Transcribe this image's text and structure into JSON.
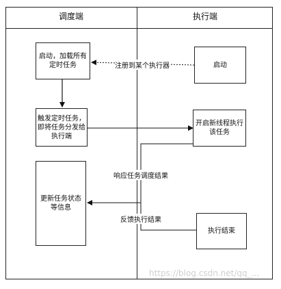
{
  "lanes": {
    "left_title": "调度端",
    "right_title": "执行端"
  },
  "nodes": {
    "startup_load": "启动，加载所有定时任务",
    "trigger_dispatch": "触发定时任务，即将任务分发给执行端",
    "update_status": "更新任务状态等信息",
    "executor_start": "启动",
    "new_thread": "开启新线程执行该任务",
    "exec_end": "执行结束"
  },
  "edges": {
    "register": "注册到某个执行器",
    "respond": "响应任务调度结果",
    "feedback": "反馈执行结果"
  },
  "watermark": "https://blog.csdn.net/qq_..."
}
